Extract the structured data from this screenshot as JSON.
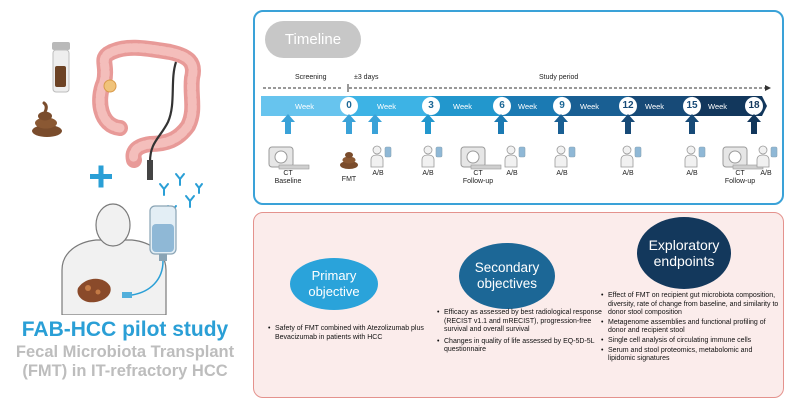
{
  "study": {
    "title": "FAB-HCC pilot study",
    "subtitle_line1": "Fecal Microbiota Transplant",
    "subtitle_line2": "(FMT) in IT-refractory HCC"
  },
  "timeline": {
    "pill_label": "Timeline",
    "screening_label": "Screening",
    "plus_minus_label": "±3 days",
    "study_period_label": "Study period",
    "week_label": "Week",
    "weeks": [
      "0",
      "3",
      "6",
      "9",
      "12",
      "15",
      "18"
    ],
    "event_labels": {
      "ct": "CT",
      "baseline": "Baseline",
      "fmt": "FMT",
      "ab": "A/B",
      "follow_up": "Follow-up"
    }
  },
  "objectives": {
    "primary": {
      "title_line1": "Primary",
      "title_line2": "objective",
      "items": [
        "Safety of FMT combined with Atezolizumab plus Bevacizumab in patients with HCC"
      ]
    },
    "secondary": {
      "title_line1": "Secondary",
      "title_line2": "objectives",
      "items": [
        "Efficacy as assessed by best radiological response (RECIST v1.1 and mRECIST), progression-free survival and overall survival",
        "Changes in quality of life assessed by EQ-5D-5L questionnaire"
      ]
    },
    "exploratory": {
      "title_line1": "Exploratory",
      "title_line2": "endpoints",
      "items": [
        "Effect of FMT on recipient gut microbiota composition, diversity, rate of change from baseline, and similarity to donor stool composition",
        "Metagenome assemblies and functional profiling of donor and recipient stool",
        "Single cell analysis of circulating immune cells",
        "Serum and stool proteomics, metabolomic and lipidomic signatures"
      ]
    }
  },
  "colors": {
    "accent": "#2a9fd6",
    "timeline_border": "#3aa2d8",
    "objective_border": "#e4928d",
    "objective_bg": "#fbeceb",
    "secondary": "#1c6796",
    "exploratory": "#13385c"
  }
}
